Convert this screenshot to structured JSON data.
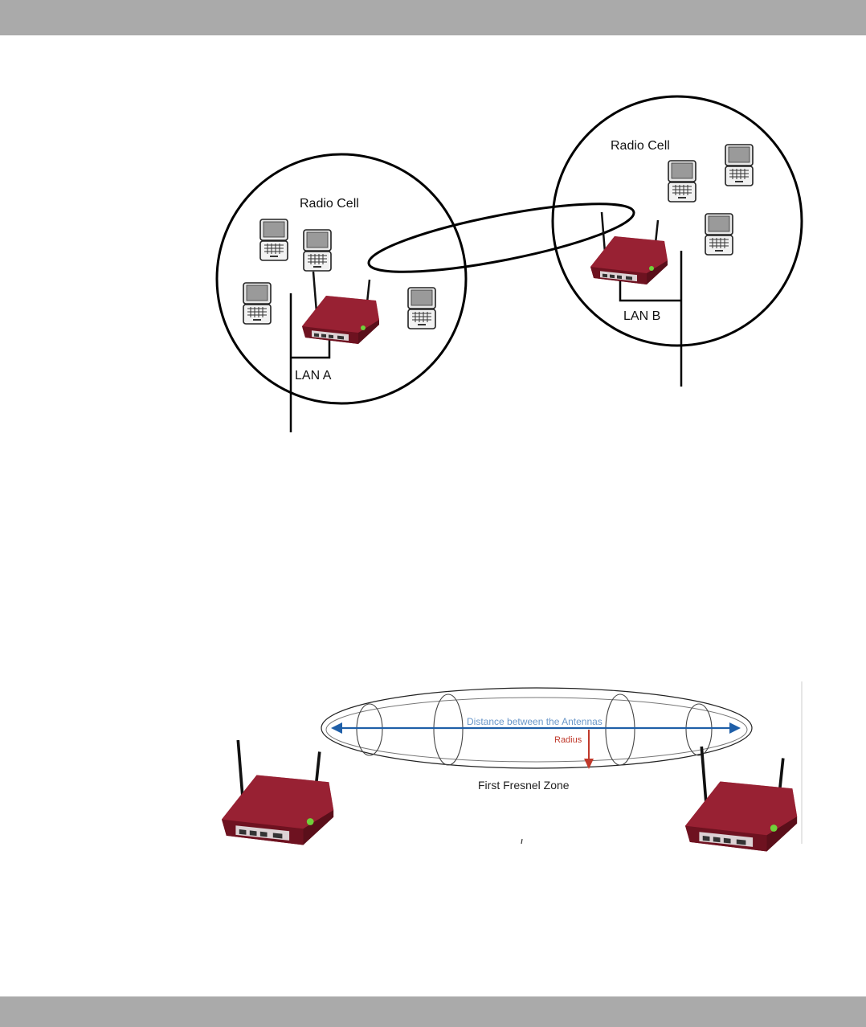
{
  "diagram1": {
    "cell_a_label": "Radio Cell",
    "cell_b_label": "Radio Cell",
    "lan_a_label": "LAN A",
    "lan_b_label": "LAN B"
  },
  "diagram2": {
    "distance_label": "Distance between the Antennas",
    "radius_label": "Radius",
    "zone_label": "First Fresnel Zone",
    "distance_color": "#2a6bb0",
    "radius_color": "#c0392b"
  },
  "icons": [
    "laptop-icon",
    "router-icon"
  ],
  "colors": {
    "router": "#8b1a2b",
    "page_bars": "#aaaaaa"
  }
}
